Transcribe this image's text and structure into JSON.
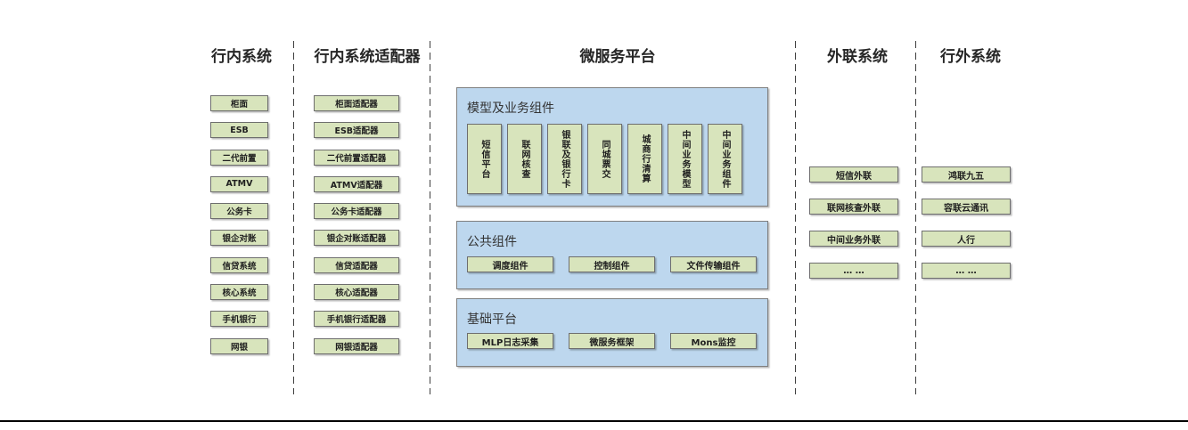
{
  "colors": {
    "green_fill": "#d8e4bc",
    "green_border": "#6e6e6e",
    "blue_fill": "#bdd7ee",
    "blue_border": "#7f7f7f",
    "text": "#262626",
    "bottom_rule": "#000000"
  },
  "columns": {
    "internal": {
      "title": "行内系统",
      "items": [
        "柜面",
        "ESB",
        "二代前置",
        "ATMV",
        "公务卡",
        "银企对账",
        "信贷系统",
        "核心系统",
        "手机银行",
        "网银"
      ]
    },
    "adapters": {
      "title": "行内系统适配器",
      "items": [
        "柜面适配器",
        "ESB适配器",
        "二代前置适配器",
        "ATMV适配器",
        "公务卡适配器",
        "银企对账适配器",
        "信贷适配器",
        "核心适配器",
        "手机银行适配器",
        "网银适配器"
      ]
    },
    "platform": {
      "title": "微服务平台",
      "panels": {
        "model": {
          "label": "模型及业务组件",
          "items": [
            "短信平台",
            "联网核查",
            "银联及银行卡",
            "同城票交",
            "城商行清算",
            "中间业务模型",
            "中间业务组件"
          ]
        },
        "common": {
          "label": "公共组件",
          "items": [
            "调度组件",
            "控制组件",
            "文件传输组件"
          ]
        },
        "base": {
          "label": "基础平台",
          "items": [
            "MLP日志采集",
            "微服务框架",
            "Mons监控"
          ]
        }
      }
    },
    "outreach": {
      "title": "外联系统",
      "items": [
        "短信外联",
        "联网核查外联",
        "中间业务外联",
        "… …"
      ]
    },
    "external": {
      "title": "行外系统",
      "items": [
        "鸿联九五",
        "容联云通讯",
        "人行",
        "… …"
      ]
    }
  }
}
